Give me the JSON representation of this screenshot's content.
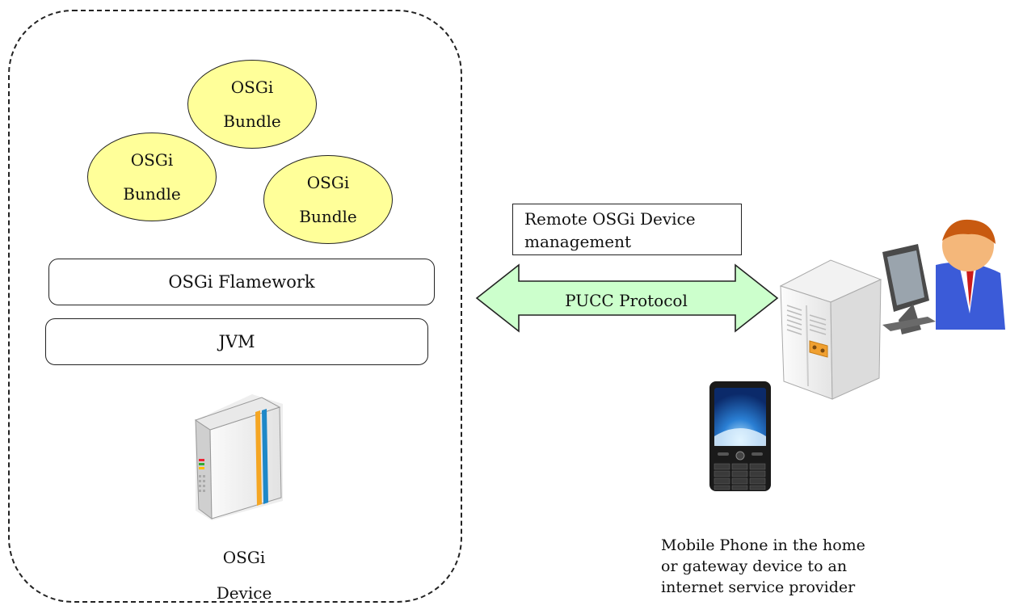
{
  "device_box": {
    "bundles": [
      {
        "line1": "OSGi",
        "line2": "Bundle"
      },
      {
        "line1": "OSGi",
        "line2": "Bundle"
      },
      {
        "line1": "OSGi",
        "line2": "Bundle"
      }
    ],
    "framework_label": "OSGi Flamework",
    "jvm_label": "JVM",
    "device_label_line1": "OSGi",
    "device_label_line2": "Device"
  },
  "connection": {
    "management_line1": "Remote OSGi Device",
    "management_line2": "management",
    "protocol_label": "PUCC Protocol"
  },
  "remote": {
    "caption_line1": "Mobile Phone in the home",
    "caption_line2": "or gateway device to an",
    "caption_line3": "internet service provider"
  },
  "colors": {
    "bundle_fill": "#ffff99",
    "arrow_fill": "#ccffcc",
    "stripe_orange": "#f5a623",
    "stripe_blue": "#1e88c8"
  },
  "icons": [
    "gateway-device-icon",
    "server-icon",
    "user-at-computer-icon",
    "mobile-phone-icon"
  ]
}
